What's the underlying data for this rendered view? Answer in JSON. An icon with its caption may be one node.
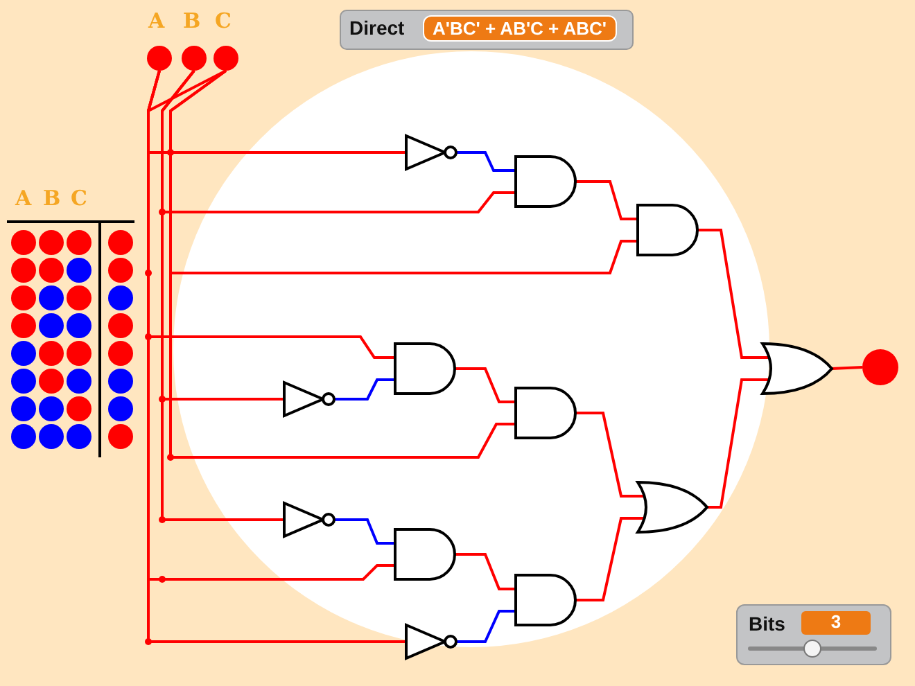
{
  "diagram": {
    "nodes": [
      {
        "text": [
          "A"
        ]
      },
      {
        "text": [
          "B"
        ]
      },
      {
        "text": [
          "C"
        ]
      },
      {
        "text": [],
        "shape": "inverter"
      },
      {
        "text": [],
        "shape": "and-gate"
      },
      {
        "text": [],
        "shape": "and-gate"
      },
      {
        "text": [],
        "shape": "and-gate"
      },
      {
        "text": [],
        "shape": "inverter"
      },
      {
        "text": [],
        "shape": "and-gate"
      },
      {
        "text": [],
        "shape": "inverter"
      },
      {
        "text": [],
        "shape": "and-gate"
      },
      {
        "text": [],
        "shape": "and-gate"
      },
      {
        "text": [],
        "shape": "inverter"
      },
      {
        "text": [],
        "shape": "or-gate"
      },
      {
        "text": [],
        "shape": "or-gate"
      },
      {
        "text": [],
        "shape": "circle"
      }
    ],
    "edges": [
      {
        "from": 0,
        "to": 3,
        "arrow": "none"
      },
      {
        "from": 3,
        "to": 4,
        "arrow": "none",
        "color": "#0000ff"
      },
      {
        "from": 1,
        "to": 4,
        "arrow": "none"
      },
      {
        "from": 4,
        "to": 5,
        "arrow": "none"
      },
      {
        "from": 2,
        "to": 5,
        "arrow": "none"
      },
      {
        "from": 0,
        "to": 6,
        "arrow": "none"
      },
      {
        "from": 1,
        "to": 7,
        "arrow": "none"
      },
      {
        "from": 7,
        "to": 6,
        "arrow": "none",
        "color": "#0000ff"
      },
      {
        "from": 6,
        "to": 8,
        "arrow": "none"
      },
      {
        "from": 2,
        "to": 8,
        "arrow": "none"
      },
      {
        "from": 1,
        "to": 9,
        "arrow": "none"
      },
      {
        "from": 9,
        "to": 10,
        "arrow": "none",
        "color": "#0000ff"
      },
      {
        "from": 0,
        "to": 10,
        "arrow": "none"
      },
      {
        "from": 10,
        "to": 11,
        "arrow": "none"
      },
      {
        "from": 2,
        "to": 12,
        "arrow": "none"
      },
      {
        "from": 12,
        "to": 11,
        "arrow": "none",
        "color": "#0000ff"
      },
      {
        "from": 8,
        "to": 13,
        "arrow": "none"
      },
      {
        "from": 11,
        "to": 13,
        "arrow": "none"
      },
      {
        "from": 5,
        "to": 14,
        "arrow": "none"
      },
      {
        "from": 13,
        "to": 14,
        "arrow": "none"
      },
      {
        "from": 14,
        "to": 15,
        "arrow": "none"
      }
    ],
    "labels": [
      "A",
      "B",
      "C",
      "Direct",
      "A'BC' + AB'C + ABC'",
      "Bits",
      "3"
    ]
  }
}
